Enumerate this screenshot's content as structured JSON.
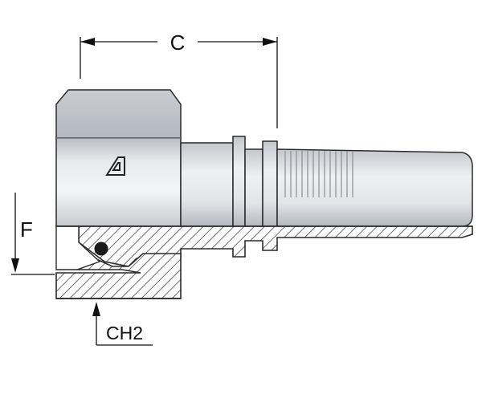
{
  "dimensions": {
    "c_label": "C",
    "f_label": "F",
    "ch2_label": "CH2"
  },
  "colors": {
    "body_light": "#e9ebee",
    "body_mid": "#cfd3d8",
    "body_dark": "#a9aeb4",
    "outline": "#2a2a2a",
    "hatch": "#555555"
  }
}
